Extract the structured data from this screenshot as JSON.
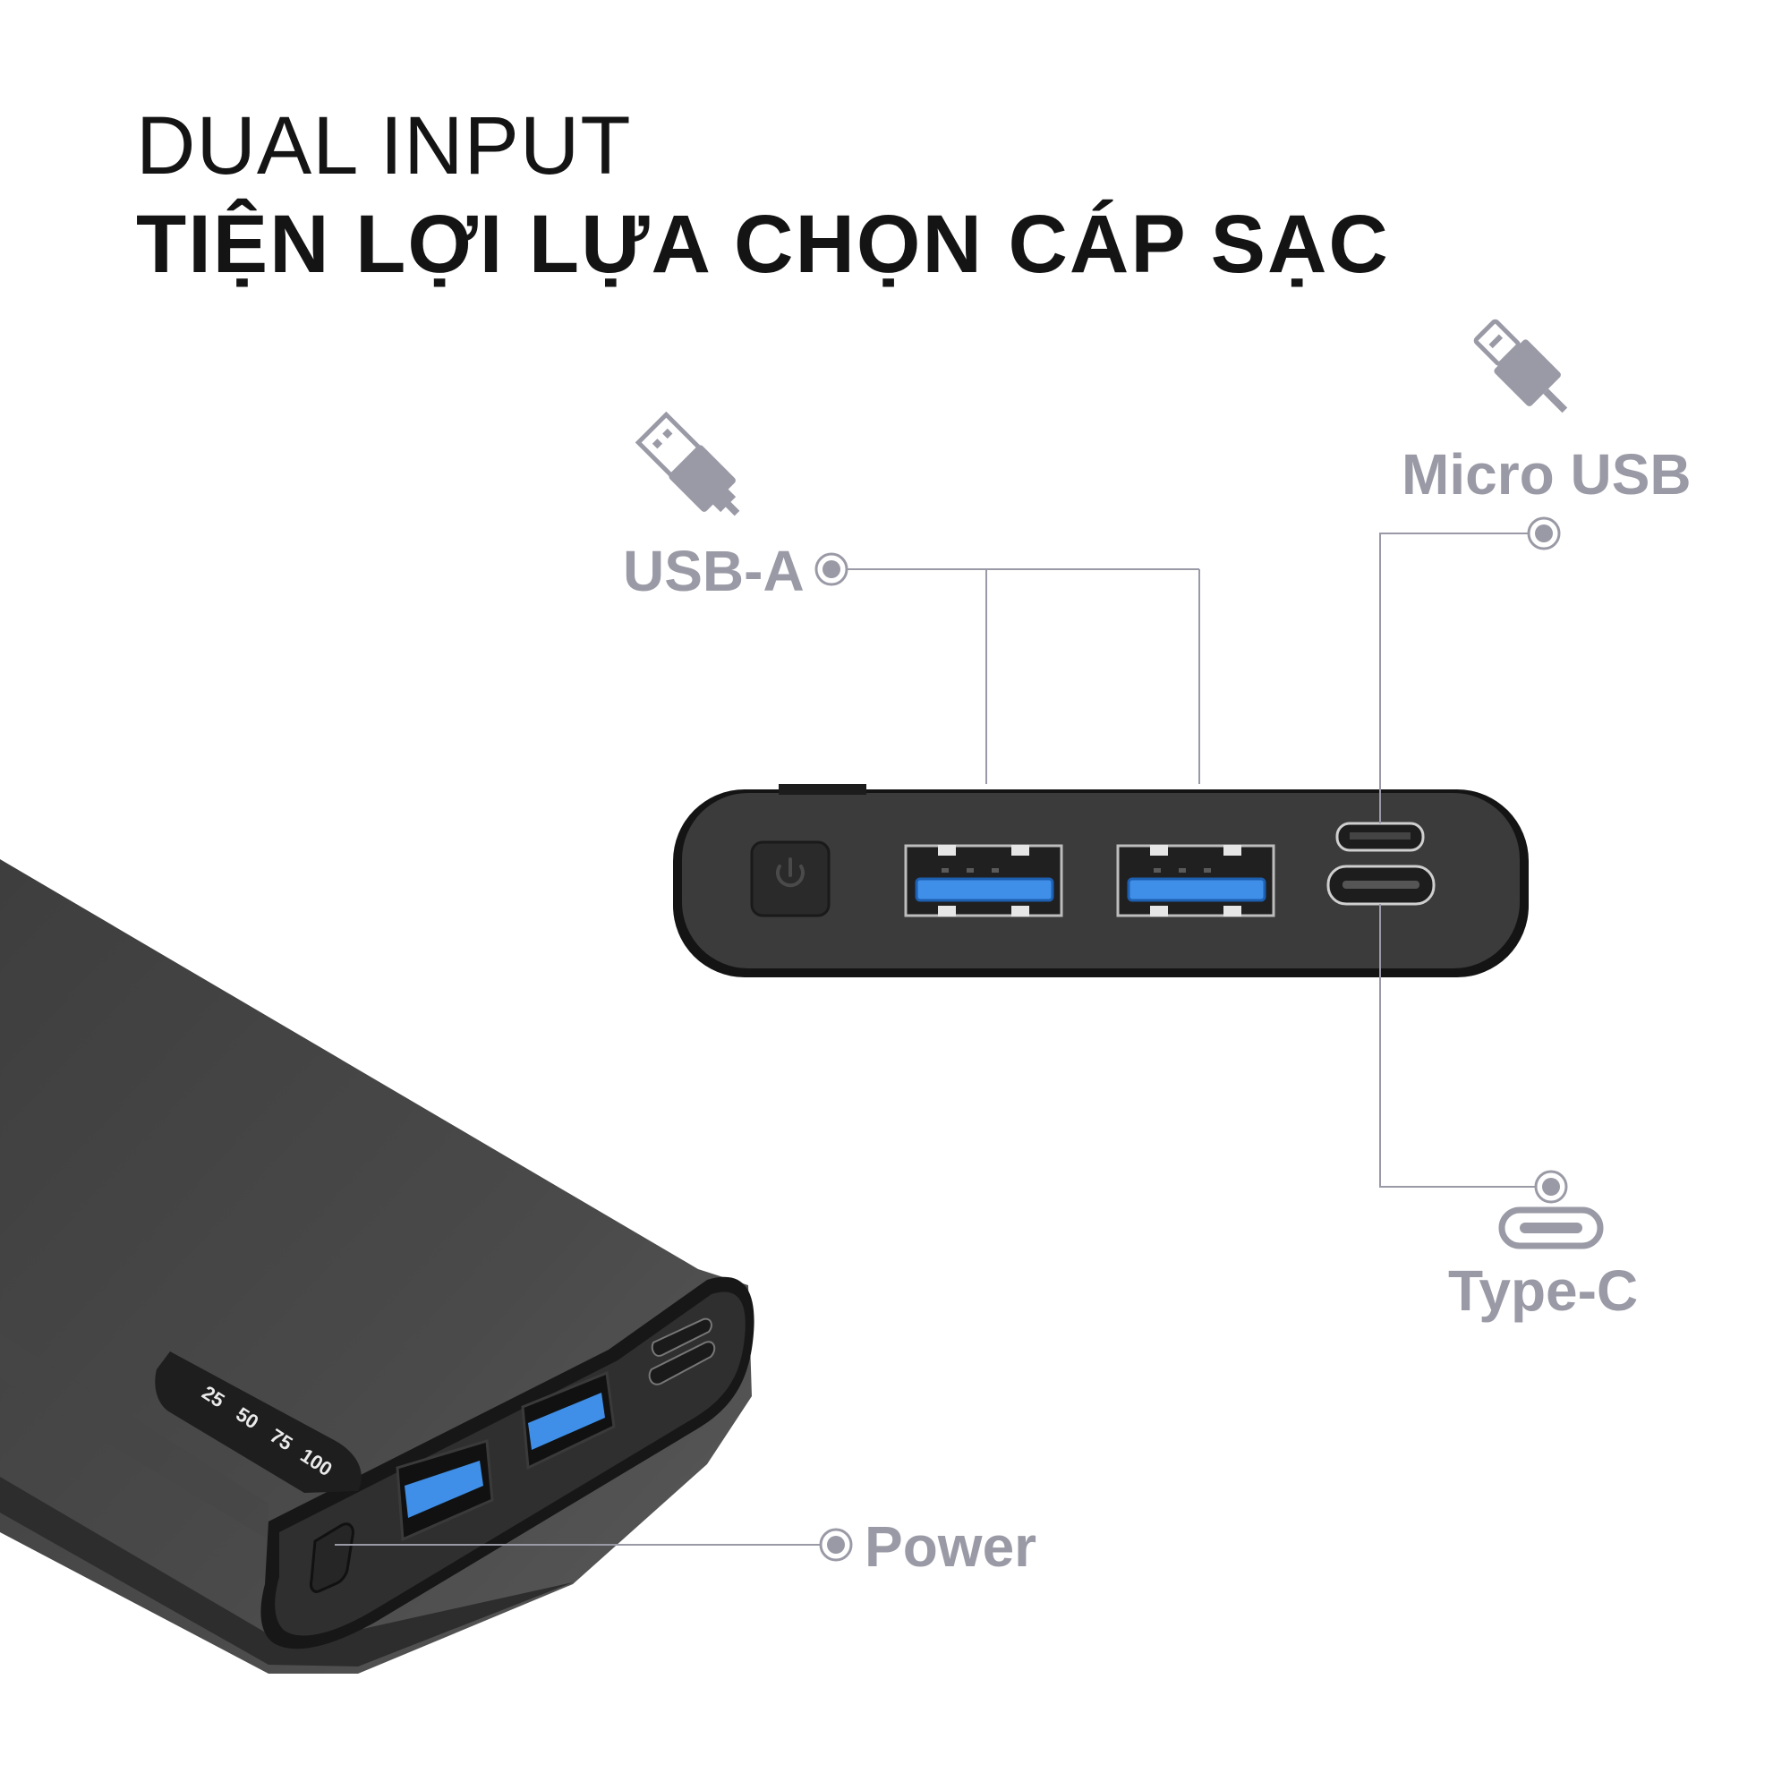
{
  "headline": {
    "line1": "DUAL INPUT",
    "line2": "TIỆN LỢI LỰA CHỌN CÁP SẠC"
  },
  "callouts": {
    "usb_a": "USB-A",
    "micro_usb": "Micro USB",
    "type_c": "Type-C",
    "power": "Power"
  },
  "battery_indicator": [
    "25",
    "50",
    "75",
    "100"
  ],
  "colors": {
    "text_dark": "#141414",
    "callout_gray": "#9a9aa6",
    "device_body": "#3b3b3b",
    "port_blue": "#3f8fe8"
  },
  "icons": {
    "usb_a": "usb-a-plug-icon",
    "micro_usb": "micro-usb-plug-icon",
    "type_c": "type-c-port-icon"
  }
}
